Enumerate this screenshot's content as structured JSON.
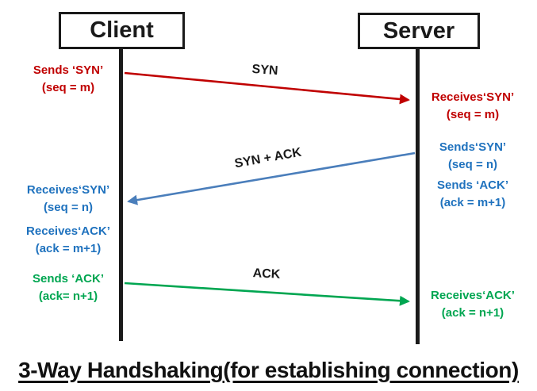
{
  "diagram": {
    "title": "3-Way Handshaking(for establishing connection)",
    "actors": [
      {
        "id": "client",
        "label": "Client"
      },
      {
        "id": "server",
        "label": "Server"
      }
    ],
    "messages": [
      {
        "label": "SYN",
        "from": "client",
        "to": "server",
        "color": "#c00000"
      },
      {
        "label": "SYN + ACK",
        "from": "server",
        "to": "client",
        "color": "#4a7ebb"
      },
      {
        "label": "ACK",
        "from": "client",
        "to": "server",
        "color": "#00a651"
      }
    ],
    "annotations": {
      "client_syn_send": {
        "line1": "Sends ‘SYN’",
        "line2": "(seq = m)"
      },
      "server_syn_receive": {
        "line1": "Receives‘SYN’",
        "line2": "(seq = m)"
      },
      "server_syn_send": {
        "line1": "Sends‘SYN’",
        "line2": "(seq = n)"
      },
      "server_ack_send": {
        "line1": "Sends ‘ACK’",
        "line2": "(ack = m+1)"
      },
      "client_syn_receive": {
        "line1": "Receives‘SYN’",
        "line2": "(seq = n)"
      },
      "client_ack_receive": {
        "line1": "Receives‘ACK’",
        "line2": "(ack = m+1)"
      },
      "client_ack_send": {
        "line1": "Sends ‘ACK’",
        "line2": "(ack= n+1)"
      },
      "server_ack_receive": {
        "line1": "Receives‘ACK’",
        "line2": "(ack = n+1)"
      }
    },
    "colors": {
      "syn_red": "#c00000",
      "synack_arrow_blue": "#4a7ebb",
      "blue_text": "#1f72be",
      "ack_green": "#00a651",
      "line_black": "#1a1a1a"
    }
  }
}
